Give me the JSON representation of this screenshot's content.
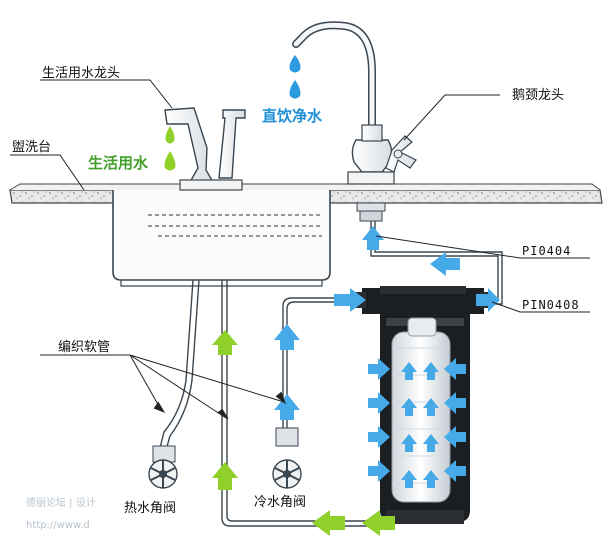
{
  "labels": {
    "domestic_faucet": "生活用水龙头",
    "drinking_water": "直饮净水",
    "gooseneck_faucet": "鹅颈龙头",
    "sink_counter": "盥洗台",
    "domestic_water": "生活用水",
    "part_pi0404": "PI0404",
    "part_pin0408": "PIN0408",
    "braided_hose": "编织软管",
    "hot_angle_valve": "热水角阀",
    "cold_angle_valve": "冷水角阀"
  },
  "watermark": {
    "line1": "德丽论坛 | 设计",
    "line2": "http://www.d"
  },
  "colors": {
    "water_blue": "#2b9be0",
    "arrow_green": "#8fd12a",
    "arrow_blue": "#46a9e8",
    "outline": "#3a4650",
    "counter_fill": "#e6e6e6",
    "filter_body": "#1c1f22"
  }
}
